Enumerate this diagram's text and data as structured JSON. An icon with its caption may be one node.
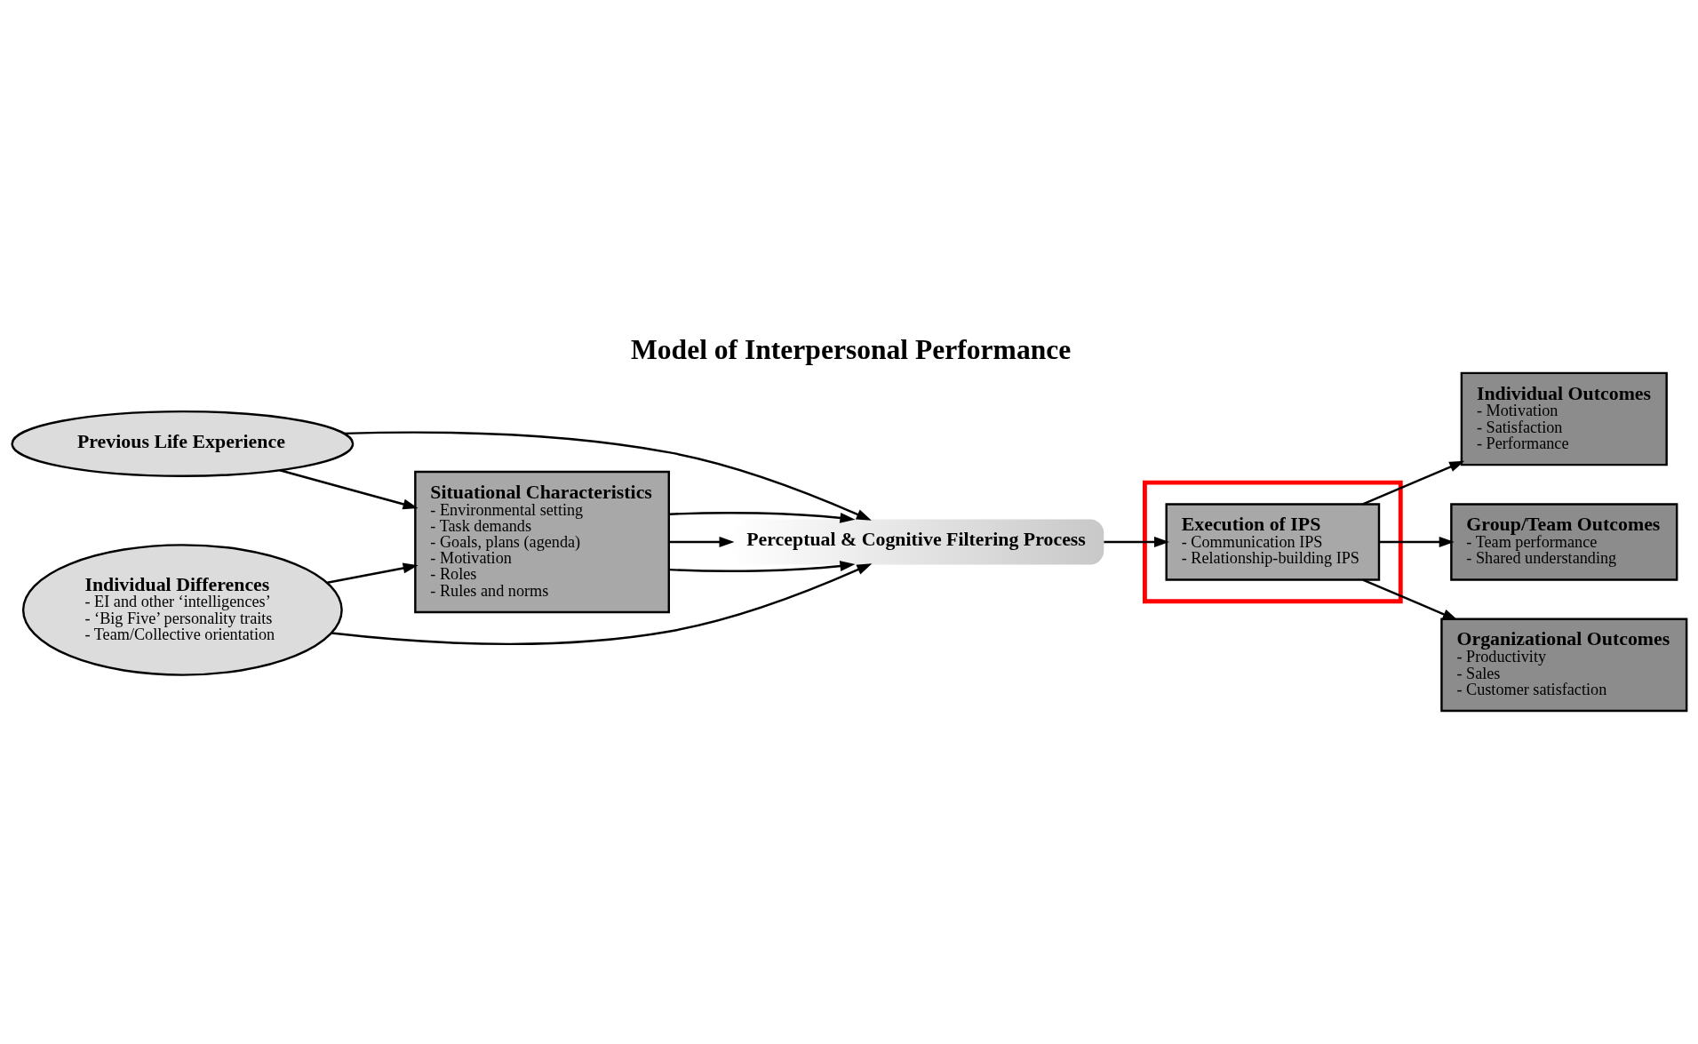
{
  "diagram": {
    "title": "Model of Interpersonal Performance",
    "nodes": [
      {
        "text": [
          "Previous Life Experience"
        ]
      },
      {
        "text": [
          "Individual Differences",
          "- EI and other ‘intelligences’",
          "- ‘Big Five’ personality traits",
          "- Team/Collective orientation"
        ]
      },
      {
        "text": [
          "Situational Characteristics",
          "- Environmental setting",
          "- Task demands",
          "- Goals, plans (agenda)",
          "- Motivation",
          "- Roles",
          "- Rules and norms"
        ]
      },
      {
        "text": [
          "Perceptual & Cognitive Filtering Process"
        ]
      },
      {
        "text": [],
        "shape": "box"
      },
      {
        "text": [
          "Execution of IPS",
          "- Communication IPS",
          "- Relationship-building IPS"
        ],
        "in": 4
      },
      {
        "text": [
          "Individual Outcomes",
          "- Motivation",
          "- Satisfaction",
          "- Performance"
        ]
      },
      {
        "text": [
          "Group/Team Outcomes",
          "- Team performance",
          "- Shared understanding"
        ]
      },
      {
        "text": [
          "Organizational Outcomes",
          "- Productivity",
          "- Sales",
          "- Customer satisfaction"
        ]
      }
    ],
    "edges": [
      {
        "from": 0,
        "to": 3,
        "arrow": "to"
      },
      {
        "from": 0,
        "to": 2,
        "arrow": "to"
      },
      {
        "from": 1,
        "to": 2,
        "arrow": "to"
      },
      {
        "from": 1,
        "to": 3,
        "arrow": "to"
      },
      {
        "from": 2,
        "to": 3,
        "arrow": "to"
      },
      {
        "from": 2,
        "to": 3,
        "arrow": "to"
      },
      {
        "from": 2,
        "to": 3,
        "arrow": "to"
      },
      {
        "from": 3,
        "to": 5,
        "arrow": "to"
      },
      {
        "from": 5,
        "to": 6,
        "arrow": "to"
      },
      {
        "from": 5,
        "to": 7,
        "arrow": "to"
      },
      {
        "from": 5,
        "to": 8,
        "arrow": "to"
      }
    ]
  }
}
